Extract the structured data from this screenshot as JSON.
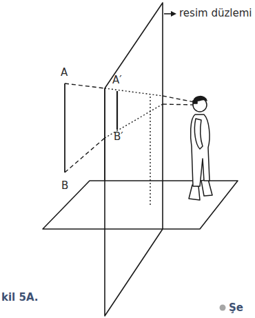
{
  "diagram": {
    "labels": [
      "resim düzlemi",
      "A",
      "A′",
      "B′",
      "B",
      "kil 5A.",
      "Şe"
    ]
  }
}
